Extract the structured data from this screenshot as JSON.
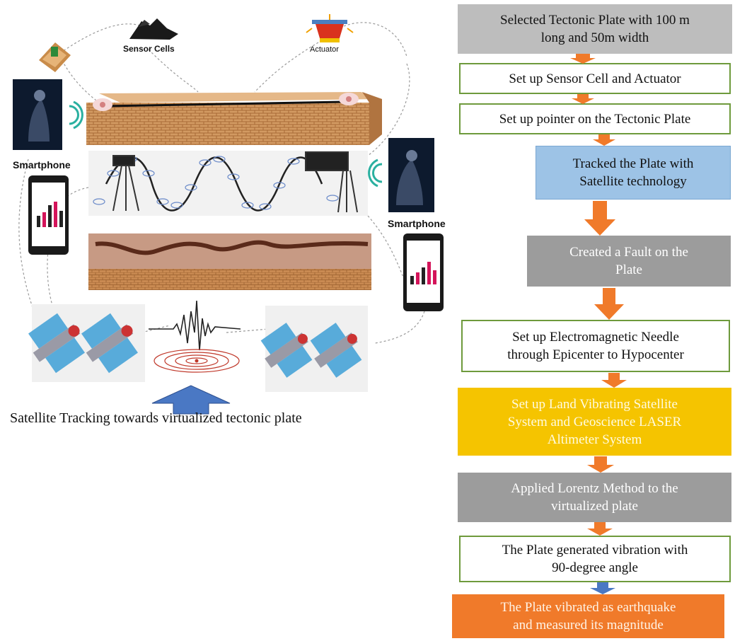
{
  "diagram": {
    "labels": {
      "sensor_cells": "Sensor Cells",
      "actuator": "Actuator",
      "smartphone_left": "Smartphone",
      "smartphone_right": "Smartphone",
      "caption": "Satellite Tracking towards virtualized tectonic plate"
    },
    "flowchart": {
      "steps": [
        {
          "text": "Selected Tectonic Plate with 100 m\nlong and 50m width",
          "style": "gray"
        },
        {
          "text": "Set up Sensor Cell and Actuator",
          "style": "green"
        },
        {
          "text": "Set up pointer on the Tectonic Plate",
          "style": "green"
        },
        {
          "text": "Tracked the Plate with\nSatellite technology",
          "style": "blue"
        },
        {
          "text": "Created a Fault on the\nPlate",
          "style": "gray"
        },
        {
          "text": "Set up Electromagnetic Needle\nthrough Epicenter to Hypocenter",
          "style": "green"
        },
        {
          "text": "Set up Land Vibrating Satellite\nSystem and Geoscience LASER\nAltimeter System",
          "style": "yellow"
        },
        {
          "text": "Applied Lorentz Method to the\nvirtualized plate",
          "style": "gray"
        },
        {
          "text": "The Plate generated vibration with\n90-degree angle",
          "style": "green"
        },
        {
          "text": "The Plate vibrated as earthquake\nand measured its magnitude",
          "style": "orange"
        }
      ]
    },
    "colors": {
      "arrow_orange": "#f07a2a",
      "arrow_blue": "#4a78c4",
      "box_green_border": "#6e9a3c",
      "box_gray": "#9c9c9c",
      "box_blue": "#9dc3e6",
      "box_yellow": "#f5c400",
      "box_orange": "#f07a2a",
      "brick": "#c9905a",
      "phone_bar_red": "#d4145a"
    }
  }
}
